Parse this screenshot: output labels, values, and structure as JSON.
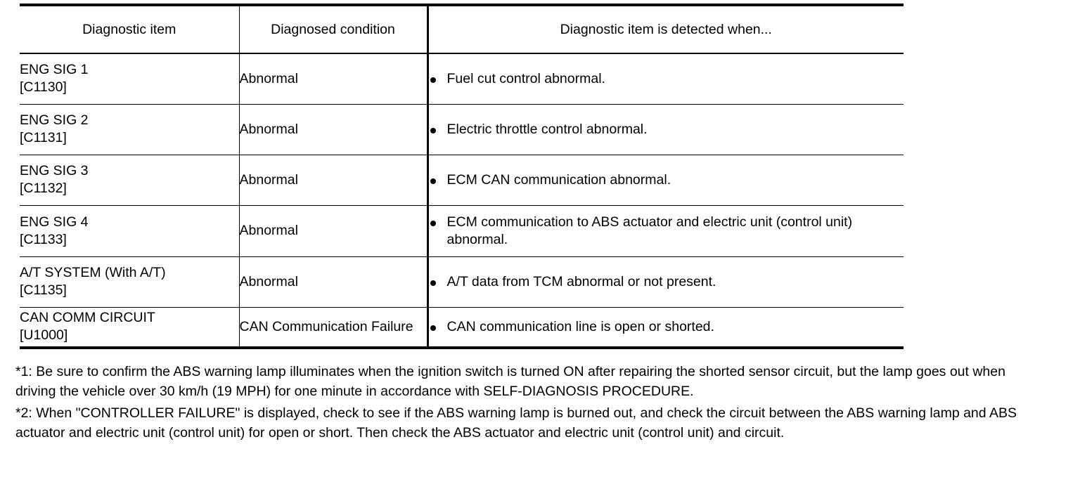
{
  "table": {
    "headers": {
      "item": "Diagnostic item",
      "condition": "Diagnosed condition",
      "detected": "Diagnostic item is detected when..."
    },
    "rows": [
      {
        "item": "ENG SIG 1",
        "code": "[C1130]",
        "condition": "Abnormal",
        "detected": "Fuel cut control abnormal."
      },
      {
        "item": "ENG SIG 2",
        "code": "[C1131]",
        "condition": "Abnormal",
        "detected": "Electric throttle control abnormal."
      },
      {
        "item": "ENG SIG 3",
        "code": "[C1132]",
        "condition": "Abnormal",
        "detected": "ECM CAN communication abnormal."
      },
      {
        "item": "ENG SIG 4",
        "code": "[C1133]",
        "condition": "Abnormal",
        "detected": "ECM communication to ABS actuator and electric unit (control unit) abnormal."
      },
      {
        "item": "A/T SYSTEM (With A/T)",
        "code": "[C1135]",
        "condition": "Abnormal",
        "detected": "A/T data from TCM abnormal or not present."
      },
      {
        "item": "CAN COMM CIRCUIT",
        "code": "[U1000]",
        "condition": "CAN Communication Failure",
        "detected": "CAN communication line is open or shorted."
      }
    ]
  },
  "footnotes": [
    "*1: Be sure to confirm the ABS warning lamp illuminates when the ignition switch is turned ON after repairing the shorted sensor circuit, but the lamp goes out when driving the vehicle over 30 km/h (19 MPH) for one minute in accordance with SELF-DIAGNOSIS PROCEDURE.",
    "*2: When \"CONTROLLER FAILURE\" is displayed, check to see if the ABS warning lamp is burned out, and check the circuit between the ABS warning lamp and ABS actuator and electric unit (control unit) for open or short. Then check the ABS actuator and electric unit (control unit) and circuit."
  ]
}
